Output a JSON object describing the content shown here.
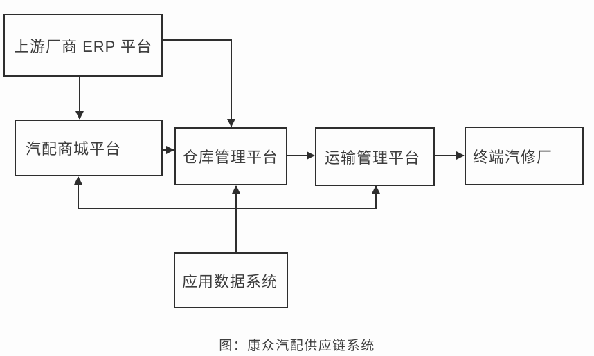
{
  "figure": {
    "caption": "图：康众汽配供应链系统",
    "colors": {
      "background": "#fdfdfd",
      "line": "#2e2e2e",
      "text": "#3d3d3d"
    },
    "nodes": [
      {
        "id": "upstream-erp",
        "label": "上游厂商 ERP 平台"
      },
      {
        "id": "parts-mall",
        "label": "汽配商城平台"
      },
      {
        "id": "warehouse-mgmt",
        "label": "仓库管理平台"
      },
      {
        "id": "transport-mgmt",
        "label": "运输管理平台"
      },
      {
        "id": "terminal-repair",
        "label": "终端汽修厂"
      },
      {
        "id": "app-data",
        "label": "应用数据系统"
      }
    ],
    "edges": [
      {
        "from": "upstream-erp",
        "to": "parts-mall"
      },
      {
        "from": "upstream-erp",
        "to": "warehouse-mgmt"
      },
      {
        "from": "parts-mall",
        "to": "warehouse-mgmt"
      },
      {
        "from": "warehouse-mgmt",
        "to": "transport-mgmt"
      },
      {
        "from": "transport-mgmt",
        "to": "terminal-repair"
      },
      {
        "from": "app-data",
        "to": "warehouse-mgmt"
      },
      {
        "from": "app-data",
        "to": "parts-mall"
      },
      {
        "from": "app-data",
        "to": "transport-mgmt"
      }
    ]
  }
}
